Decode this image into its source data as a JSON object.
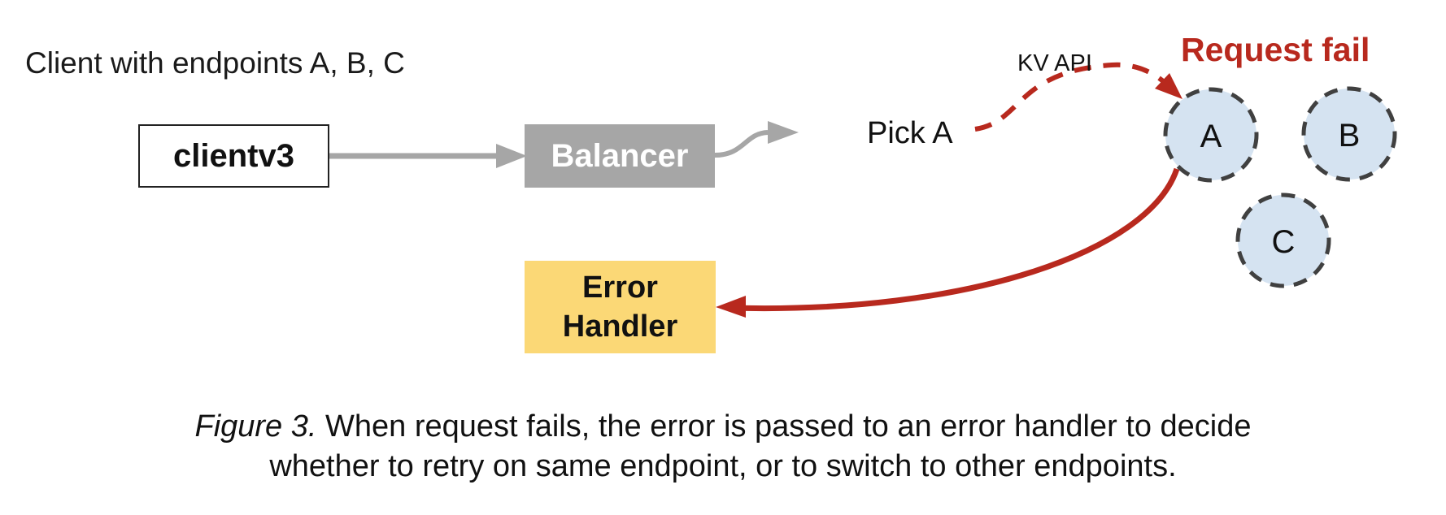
{
  "labels": {
    "client_endpoints": "Client with endpoints A, B, C",
    "clientv3": "clientv3",
    "balancer": "Balancer",
    "error_handler_line1": "Error",
    "error_handler_line2": "Handler",
    "pick": "Pick A",
    "kv_api": "KV API",
    "request_fail": "Request fail"
  },
  "endpoints": [
    {
      "label": "A"
    },
    {
      "label": "B"
    },
    {
      "label": "C"
    }
  ],
  "caption": {
    "figure_label": "Figure 3.",
    "line1": " When request fails, the error is passed to an error handler to decide",
    "line2": "whether to retry on same endpoint, or to switch to other endpoints."
  },
  "colors": {
    "fail_red": "#b8291e",
    "balancer_gray": "#a6a6a6",
    "arrow_gray": "#a6a6a6",
    "error_handler_yellow": "#fbd876",
    "endpoint_fill_blue": "#d5e3f1",
    "endpoint_border_gray": "#404040",
    "text_black": "#111111"
  }
}
